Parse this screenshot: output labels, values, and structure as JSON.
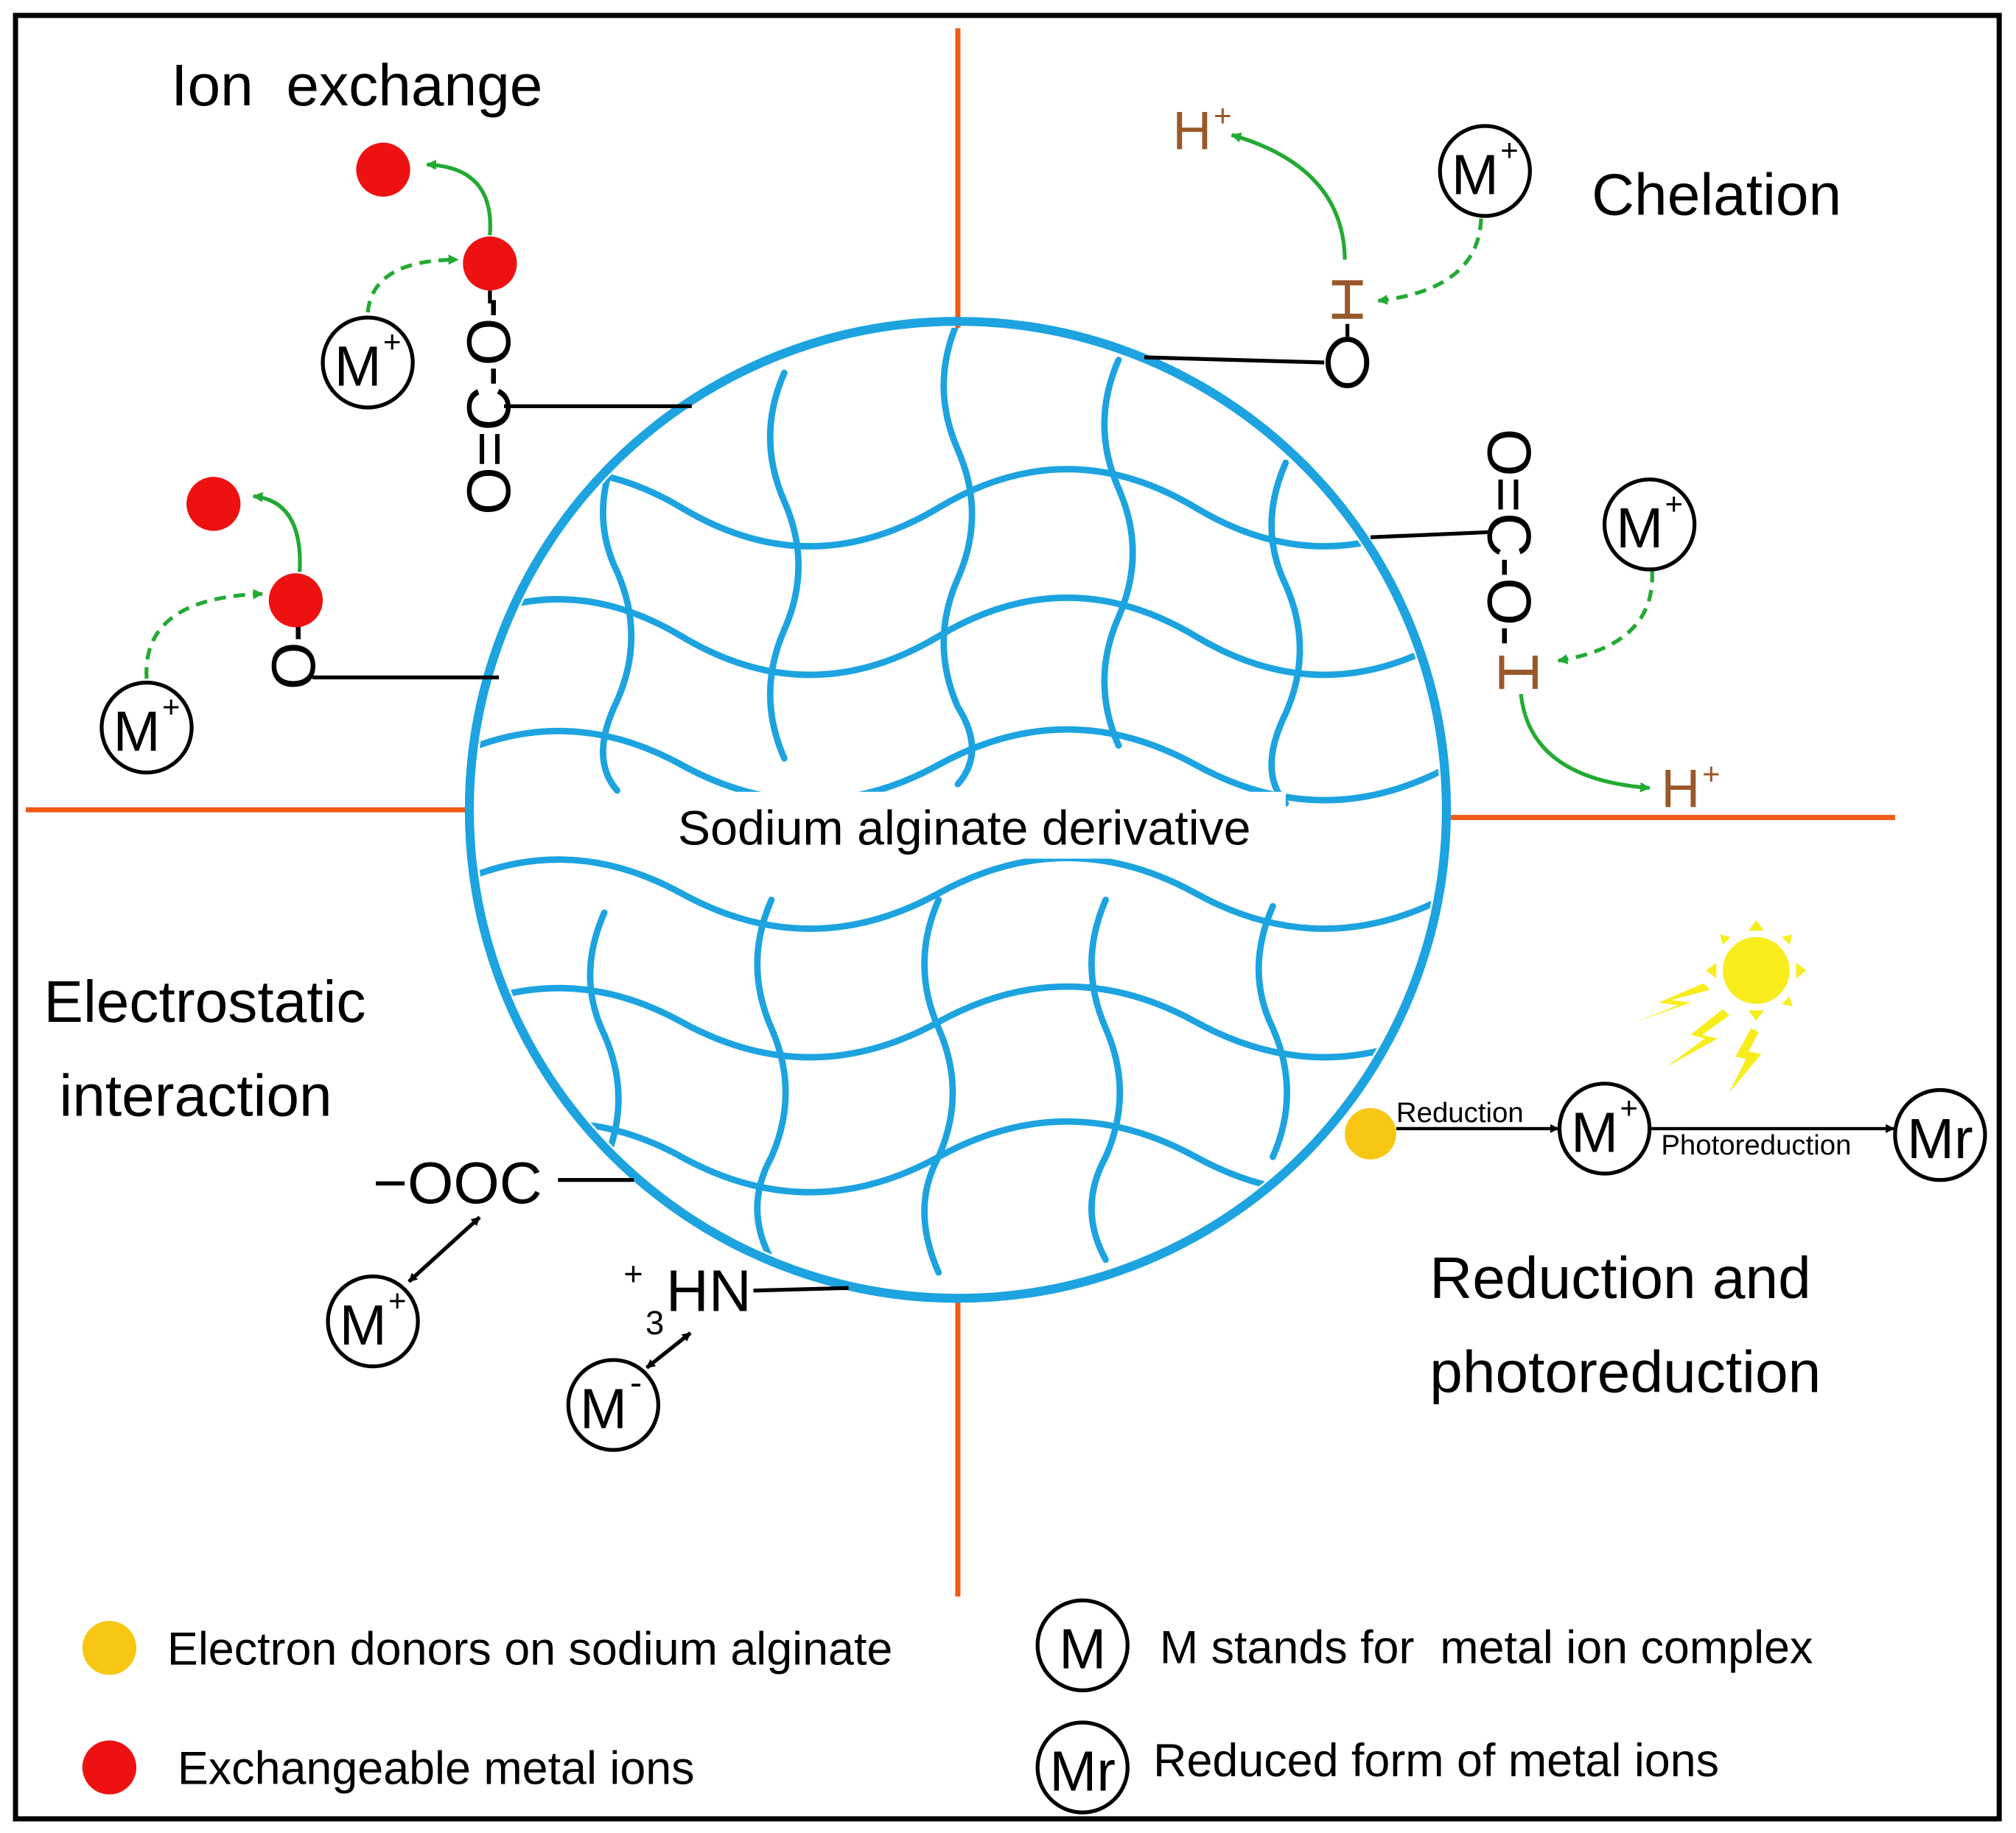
{
  "quadrants": {
    "ion_exchange": "Ion  exchange",
    "chelation": "Chelation",
    "electrostatic_line1": "Electrostatic",
    "electrostatic_line2": "interaction",
    "reduction_line1": "Reduction and",
    "reduction_line2": "photoreduction"
  },
  "center_label": "Sodium alginate derivative",
  "ion_symbols": {
    "metal": "M",
    "plus": "+",
    "minus": "-",
    "hydrogen": "H",
    "reduced": "Mr"
  },
  "groups": {
    "coo_upper": "O=C-O-",
    "o_upper": "O-",
    "chelation_oh": "O-H",
    "chelation_cooh": "O=C-O-H",
    "carboxylate": "−OOC",
    "amine_charge": "+",
    "amine_sub": "3",
    "amine": "HN"
  },
  "reaction": {
    "reduction": "Reduction",
    "photoreduction": "Photoreduction"
  },
  "legend": {
    "electron_donors": "Electron donors on sodium alginate",
    "exchangeable": "Exchangeable metal ions",
    "metal_complex": "M stands for  metal ion complex",
    "reduced_form": "Reduced form of metal ions"
  },
  "colors": {
    "network": "#1ca3e0",
    "divider": "#f05a14",
    "metal_ion": "#ee1111",
    "donor": "#f7c714",
    "proton": "#99582a",
    "arrow": "#22aa33",
    "sun": "#f8ec1c"
  }
}
